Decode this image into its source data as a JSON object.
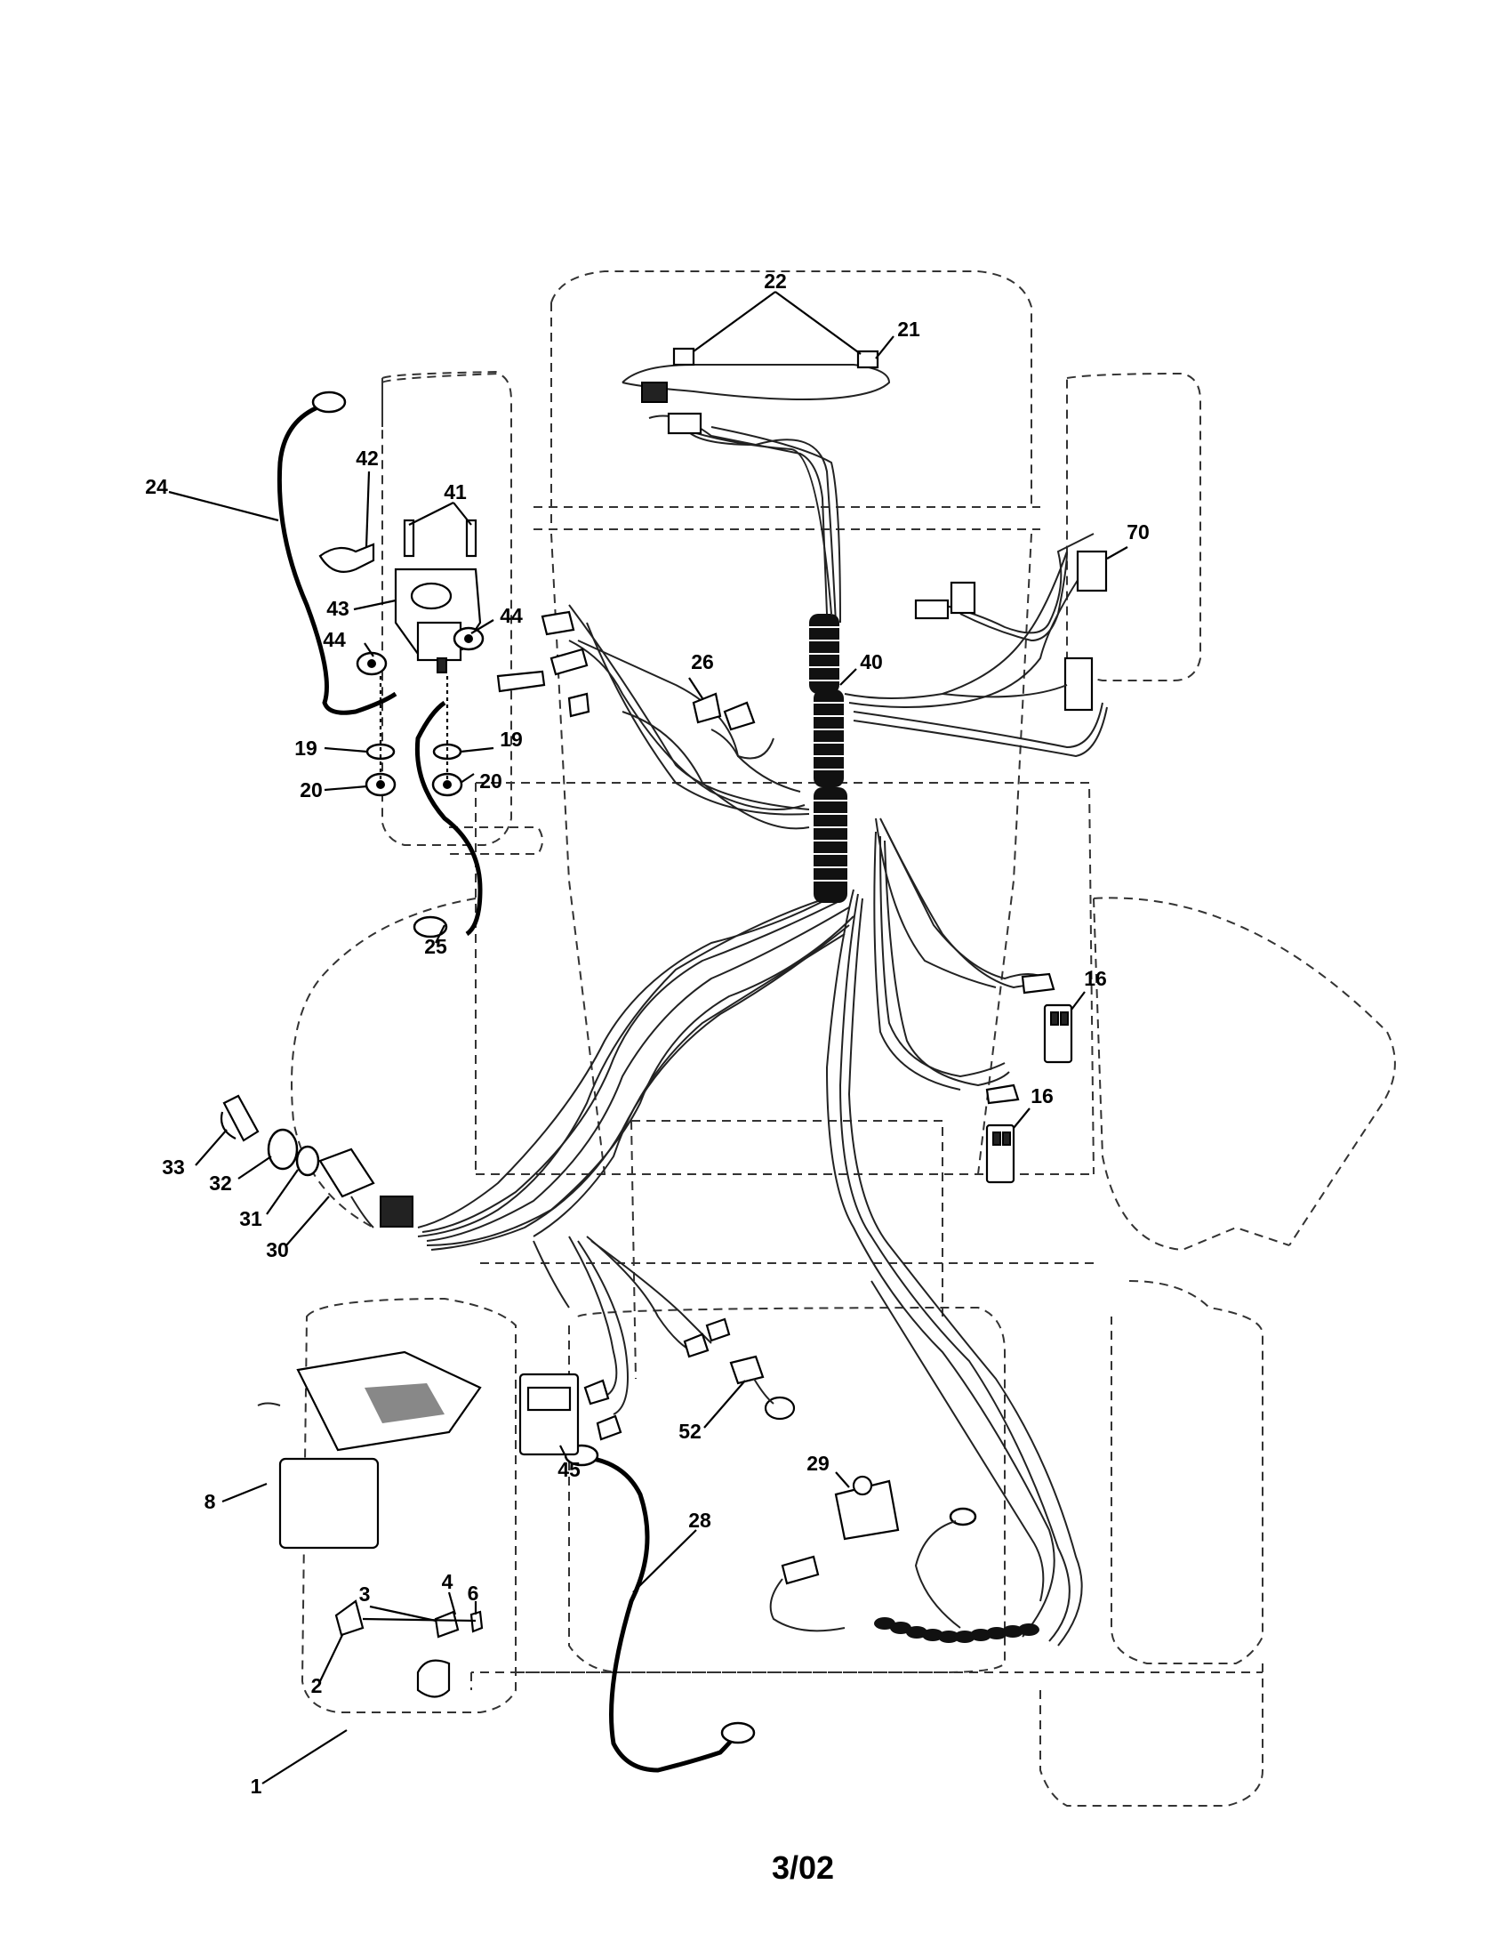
{
  "callouts": {
    "c1": "1",
    "c2": "2",
    "c3": "3",
    "c4": "4",
    "c6": "6",
    "c8": "8",
    "c16a": "16",
    "c16b": "16",
    "c19a": "19",
    "c19b": "19",
    "c20a": "20",
    "c20b": "20",
    "c21": "21",
    "c22": "22",
    "c24": "24",
    "c25": "25",
    "c26": "26",
    "c28": "28",
    "c29": "29",
    "c30": "30",
    "c31": "31",
    "c32": "32",
    "c33": "33",
    "c40": "40",
    "c41": "41",
    "c42": "42",
    "c43": "43",
    "c44a": "44",
    "c44b": "44",
    "c45": "45",
    "c52": "52",
    "c70": "70"
  },
  "footer": {
    "date_code": "3/02"
  }
}
